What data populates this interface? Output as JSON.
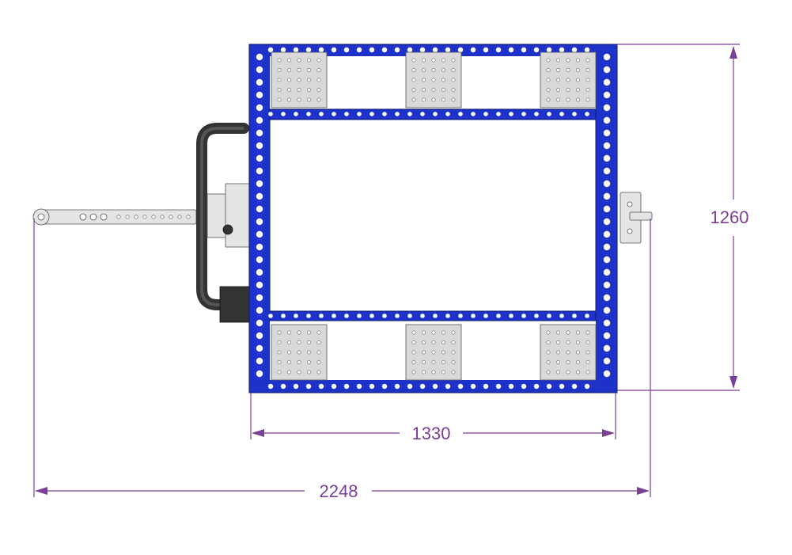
{
  "diagram": {
    "dimensions": {
      "height_label": "1260",
      "width_label": "1330",
      "overall_label": "2248"
    },
    "colors": {
      "frame": "#1c32c8",
      "dimension": "#7a3f96",
      "plate": "#d9d9d9",
      "handle": "#333333"
    },
    "components": [
      "frame",
      "caster-plate",
      "tow-bar",
      "handle",
      "hitch"
    ]
  }
}
